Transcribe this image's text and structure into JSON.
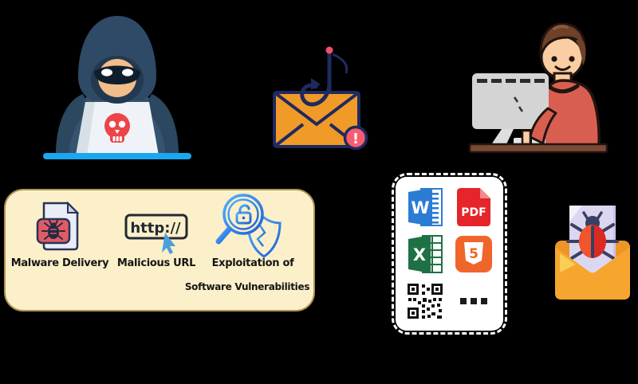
{
  "scene": {
    "background": "#000000",
    "icons": [
      "hacker-icon",
      "phishing-hook-email-icon",
      "victim-at-computer-icon",
      "malware-file-icon",
      "malicious-url-icon",
      "vulnerability-scan-icon",
      "word-file-icon",
      "pdf-file-icon",
      "excel-file-icon",
      "html5-file-icon",
      "qr-code-icon",
      "bug-email-icon"
    ]
  },
  "techniques_panel": {
    "bg_color": "#FBF0C9",
    "border_color": "#AE9455",
    "items": [
      {
        "label": "Malware Delivery"
      },
      {
        "label": "Malicious URL",
        "url_text": "http://"
      },
      {
        "label_line1": "Exploitation of",
        "label_line2": "Software Vulnerabilities"
      }
    ]
  },
  "attachments_panel": {
    "word_letter": "W",
    "pdf_label": "PDF",
    "excel_letter": "X",
    "html5_digit": "5",
    "more_label": "..."
  },
  "phishing_email": {
    "warning_mark": "!"
  },
  "colors": {
    "hood_blue": "#2E4A66",
    "laptop_bar_blue": "#19A8F0",
    "skull_red": "#EE4348",
    "envelope_orange": "#F09A28",
    "outline_navy": "#1F2A5E",
    "warning_pink": "#F85C70",
    "shirt_red": "#D85F50",
    "desk_brown": "#7C4935",
    "word_blue": "#2B7CD3",
    "pdf_red": "#E5252A",
    "excel_green": "#1E7145",
    "html5_orange": "#F0652A",
    "bug_mail_orange": "#F6A52F",
    "gradient_blue_start": "#53B1FD",
    "gradient_blue_end": "#1D5FD6"
  }
}
